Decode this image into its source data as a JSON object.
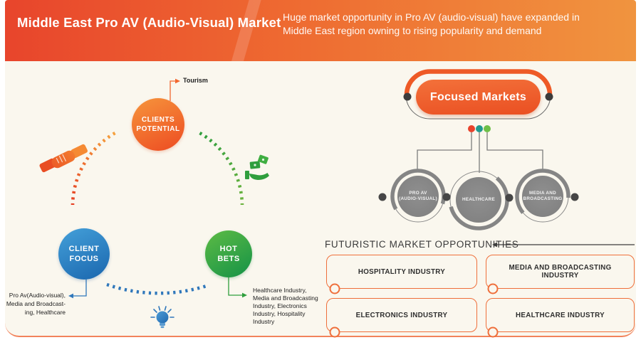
{
  "header": {
    "title": "Middle East Pro AV (Audio-Visual) Market",
    "subtitle": "Huge market opportunity in Pro AV (audio-visual) have expanded in Middle East region owning to rising popularity and demand"
  },
  "cycle": {
    "clients_potential": {
      "label": "CLIENTS POTENTIAL",
      "callout": "Tourism"
    },
    "client_focus": {
      "label": "CLIENT FOCUS",
      "callout_lines": [
        "Pro Av(Audio-visual),",
        "Media and Broadcast-",
        "ing, Healthcare"
      ]
    },
    "hot_bets": {
      "label": "HOT BETS",
      "callout_lines": [
        "Healthcare Industry,",
        "Media and Broadcasting",
        "Industry, Electronics",
        "Industry, Hospitality",
        "Industry"
      ]
    },
    "icons": {
      "left": "handshake-icon",
      "right": "money-in-hand-icon",
      "bottom": "lightbulb-icon"
    }
  },
  "focused_markets": {
    "title": "Focused Markets",
    "nodes": [
      {
        "lines": [
          "PRO AV",
          "(AUDIO-VISUAL)"
        ]
      },
      {
        "lines": [
          "HEALTHCARE"
        ]
      },
      {
        "lines": [
          "MEDIA AND",
          "BROADCASTING"
        ]
      }
    ],
    "dot_colors": [
      "#e8432c",
      "#21998e",
      "#6ebf48"
    ]
  },
  "opportunities": {
    "heading": "FUTURISTIC MARKET OPPORTUNITIES",
    "items": [
      "HOSPITALITY INDUSTRY",
      "MEDIA AND BROADCASTING INDUSTRY",
      "ELECTRONICS INDUSTRY",
      "HEALTHCARE INDUSTRY"
    ]
  },
  "colors": {
    "header_gradient_start": "#e8452c",
    "header_gradient_end": "#f0943f",
    "accent_orange": "#ee5a26",
    "blue": "#2f77bb",
    "green": "#2f9e3d",
    "teal": "#21998e",
    "gray_node": "#878787",
    "background": "#faf7ee"
  }
}
